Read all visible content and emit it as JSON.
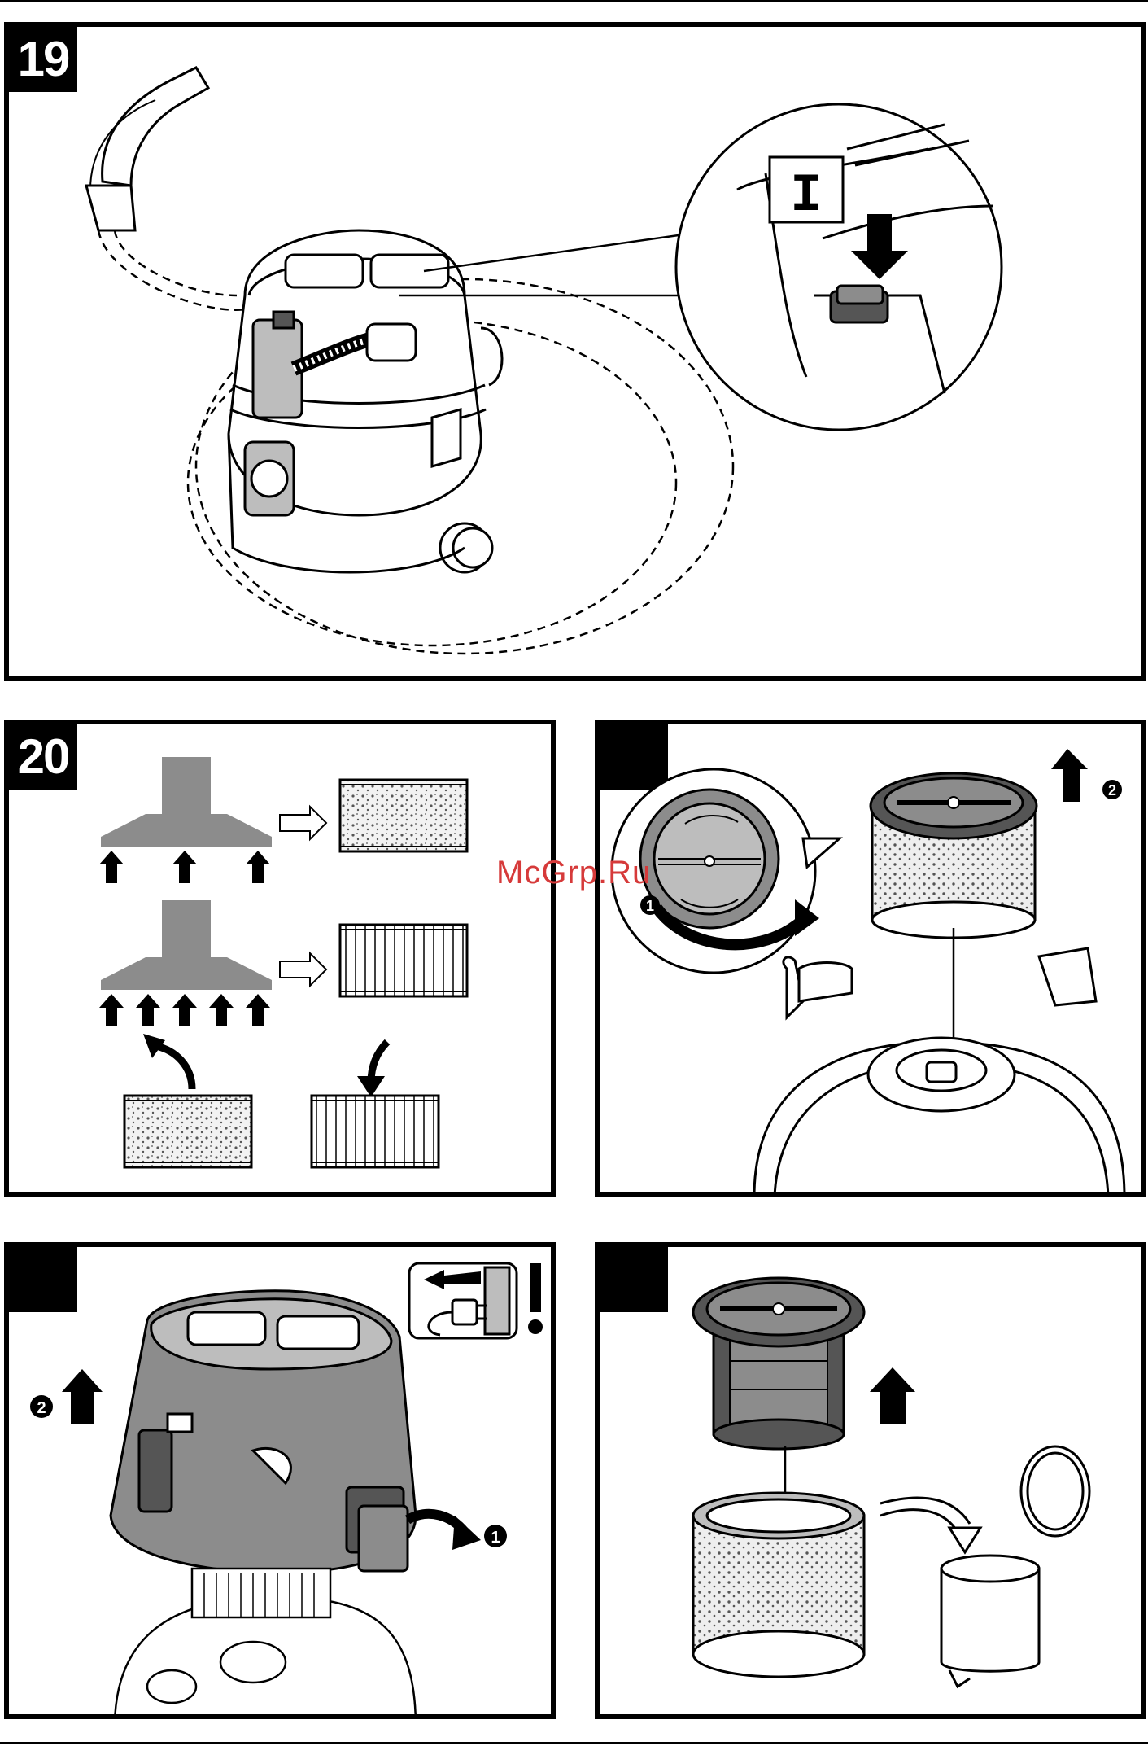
{
  "panels": {
    "p19": {
      "number": "19"
    },
    "p20": {
      "number": "20"
    },
    "p21": {
      "number": ""
    },
    "p22": {
      "number": ""
    },
    "p23": {
      "number": ""
    }
  },
  "switch_label": "I",
  "step_markers": {
    "one": "1",
    "two": "2"
  },
  "watermark": "McGrp.Ru",
  "colors": {
    "ink": "#000000",
    "gray": "#8c8c8c",
    "light_gray": "#bdbdbd",
    "dark_gray": "#555555",
    "watermark": "#d63a3a"
  }
}
